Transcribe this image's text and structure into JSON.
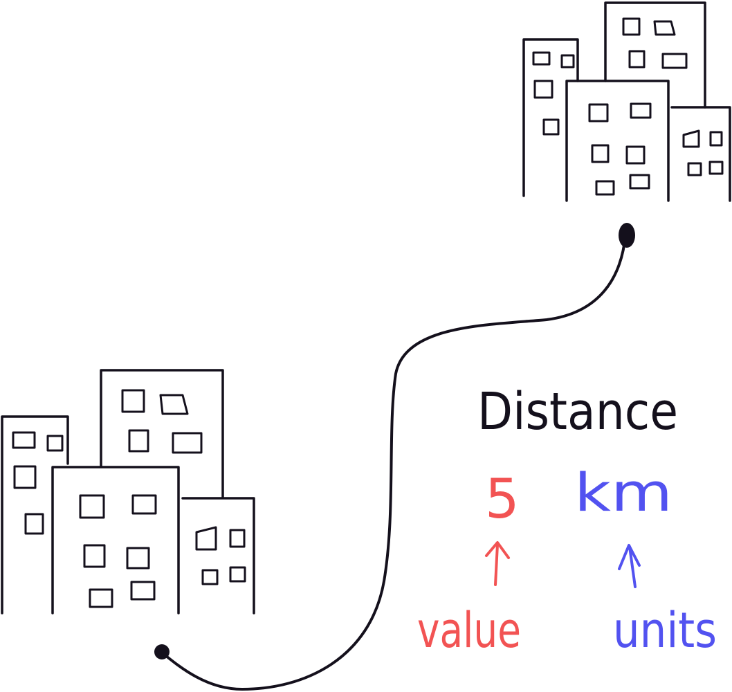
{
  "labels": {
    "title": "Distance",
    "value": "5",
    "units": "km",
    "value_caption": "value",
    "units_caption": "units"
  },
  "colors": {
    "ink": "#14101c",
    "value": "#f25353",
    "units": "#5252f0"
  }
}
